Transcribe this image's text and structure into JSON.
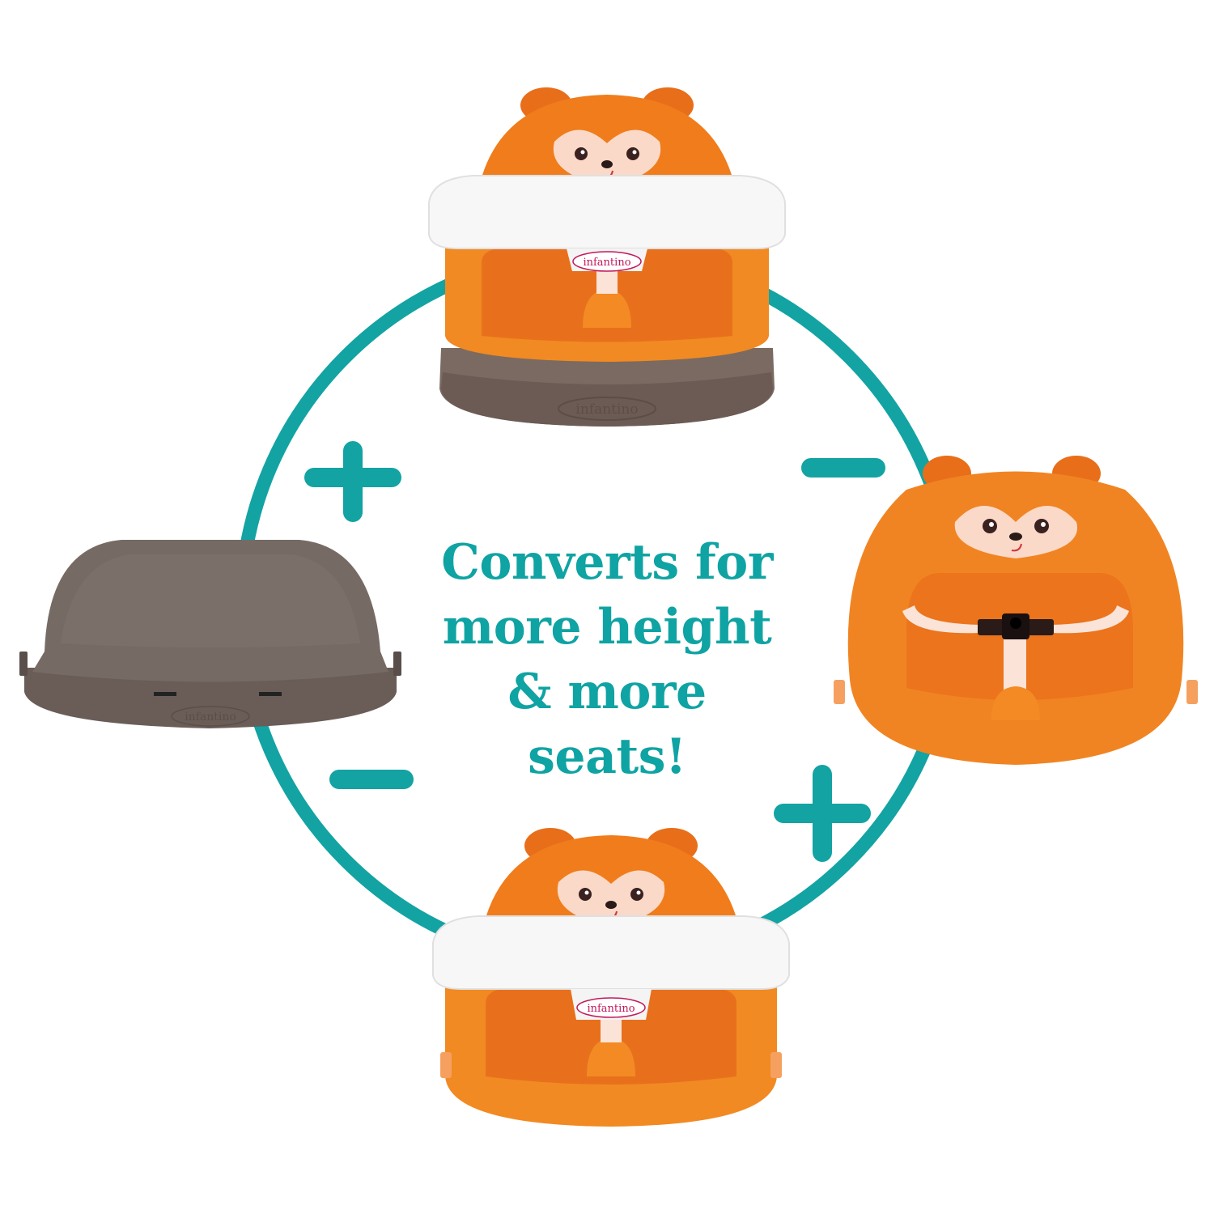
{
  "headline": {
    "lines": [
      "Converts for",
      "more height",
      "& more",
      "seats!"
    ],
    "color": "#0fa3a3"
  },
  "brand": {
    "logo_text": "infantino",
    "logo_color": "#c2185b"
  },
  "modes": [
    {
      "id": "top",
      "description": "booster seat with tray on base",
      "sign_after": "minus"
    },
    {
      "id": "right",
      "description": "booster seat with harness, no tray",
      "sign_after": "plus"
    },
    {
      "id": "bottom",
      "description": "booster seat with tray",
      "sign_after": "minus"
    },
    {
      "id": "left",
      "description": "base seat only",
      "sign_after": "plus"
    }
  ],
  "signs": {
    "upper_left": "plus",
    "upper_right": "minus",
    "lower_left": "minus",
    "lower_right": "plus"
  },
  "colors": {
    "ring": "#13a3a3",
    "seat_orange": "#f07c1c",
    "seat_orange_dark": "#e0631a",
    "base_brown": "#6e6460",
    "tray_white": "#fafafa",
    "face_pink": "#fbd9c8",
    "strap": "#fbe3d8"
  }
}
